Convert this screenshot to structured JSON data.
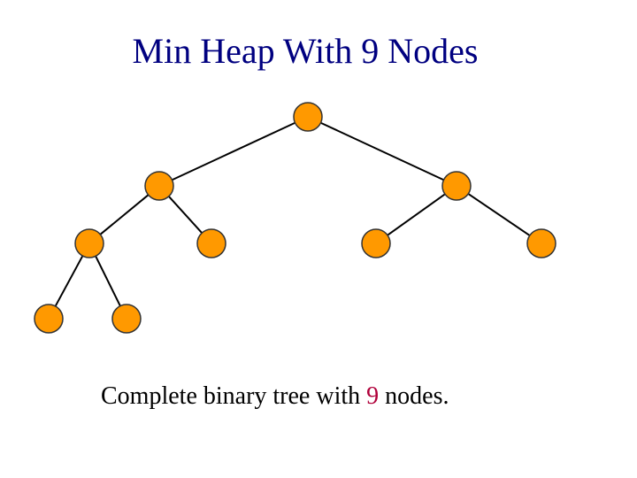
{
  "title": "Min Heap With 9 Nodes",
  "caption": {
    "prefix": "Complete binary tree with",
    "count": "9",
    "suffix": "nodes."
  },
  "colors": {
    "title": "#000080",
    "node_fill": "#ff9900",
    "node_stroke": "#333333",
    "edge": "#000000",
    "highlight_number": "#b0003a"
  },
  "tree": {
    "node_count": 9,
    "edges": [
      [
        0,
        1
      ],
      [
        0,
        2
      ],
      [
        1,
        3
      ],
      [
        1,
        4
      ],
      [
        2,
        5
      ],
      [
        2,
        6
      ],
      [
        3,
        7
      ],
      [
        3,
        8
      ]
    ]
  }
}
